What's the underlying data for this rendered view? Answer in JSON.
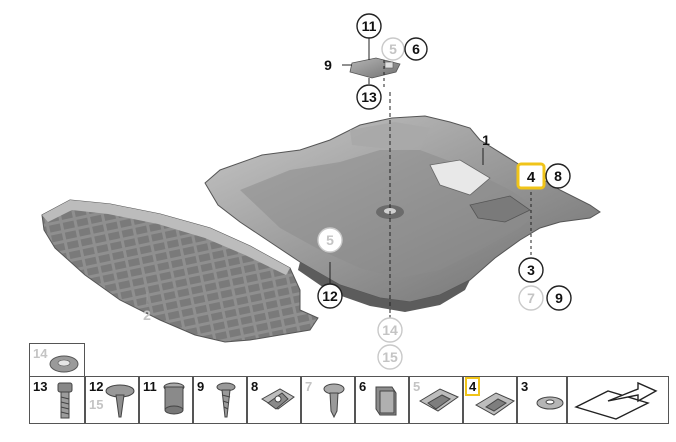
{
  "callouts": {
    "c11": "11",
    "c5a": "5",
    "c6": "6",
    "c9": "9",
    "c13": "13",
    "c1": "1",
    "c4": "4",
    "c8": "8",
    "c3": "3",
    "c7": "7",
    "c9b": "9",
    "c5b": "5",
    "c12": "12",
    "c2": "2",
    "c14": "14",
    "c15": "15"
  },
  "parts_strip": {
    "top_cell": "14",
    "cells": [
      {
        "primary": "13",
        "secondary": ""
      },
      {
        "primary": "12",
        "secondary": "15"
      },
      {
        "primary": "11",
        "secondary": ""
      },
      {
        "primary": "9",
        "secondary": ""
      },
      {
        "primary": "8",
        "secondary": ""
      },
      {
        "primary": "7",
        "secondary": ""
      },
      {
        "primary": "6",
        "secondary": ""
      },
      {
        "primary": "5",
        "secondary": ""
      },
      {
        "primary": "4",
        "secondary": ""
      },
      {
        "primary": "3",
        "secondary": ""
      },
      {
        "primary": "",
        "secondary": ""
      }
    ]
  },
  "colors": {
    "highlight": "#f0c419",
    "part_fill": "#8a8a8a",
    "gray_label": "#c4c4c4"
  },
  "icons": [
    "arrow-sheet-icon"
  ]
}
